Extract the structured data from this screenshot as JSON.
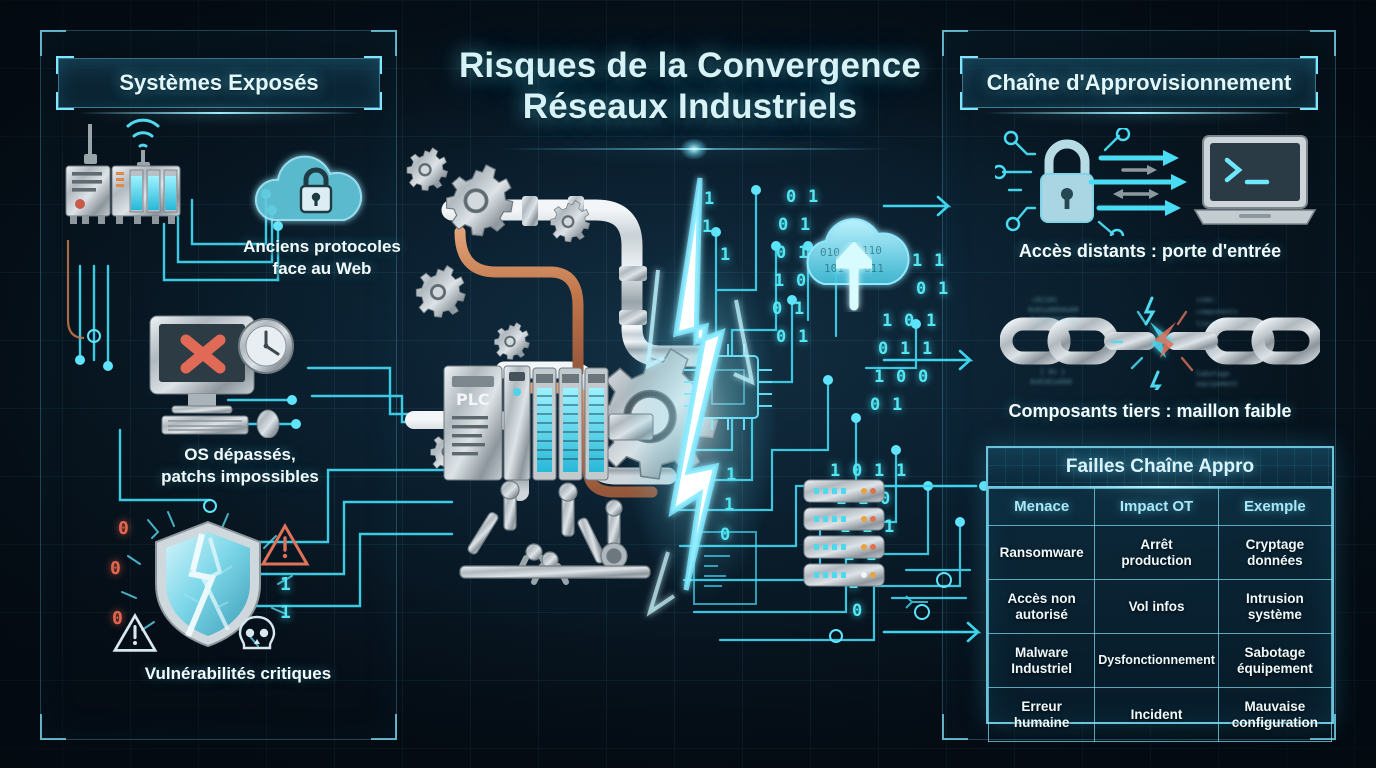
{
  "title": {
    "line1": "Risques de la Convergence",
    "line2": "Réseaux Industriels"
  },
  "theme": {
    "background": "#071520",
    "accent": "#6fe8ff",
    "accent_dim": "#49dcf4",
    "text": "#e2f7fb",
    "danger": "#e4664f",
    "metal": "#b6bec4"
  },
  "left_panel": {
    "header": "Systèmes Exposés",
    "items": [
      {
        "icon": "cloud-lock-icon",
        "secondary_icon": "industrial-controller-rack-icon",
        "caption": "Anciens protocoles\nface au Web"
      },
      {
        "icon": "desktop-computer-error-icon",
        "secondary_icon": "clock-icon",
        "caption": "OS dépassés,\npatchs impossibles"
      },
      {
        "icon": "cracked-shield-icon",
        "secondary_icon": "warning-triangle-icon",
        "caption": "Vulnérabilités critiques"
      }
    ],
    "shield_bits": [
      "0",
      "0",
      "0",
      "1",
      "1"
    ]
  },
  "right_panel": {
    "header": "Chaîne d'Approvisionnement",
    "items": [
      {
        "icon": "padlock-icon",
        "secondary_icon": "laptop-terminal-icon",
        "caption": "Accès distants : porte d'entrée"
      },
      {
        "icon": "broken-chain-icon",
        "secondary_icon": "lightning-bolt-icon",
        "caption": "Composants tiers : maillon faible"
      }
    ],
    "laptop_prompt": ">_"
  },
  "table": {
    "title": "Failles Chaîne Appro",
    "headers": [
      "Menace",
      "Impact OT",
      "Exemple"
    ],
    "rows": [
      [
        "Ransomware",
        "Arrêt\nproduction",
        "Cryptage\ndonnées"
      ],
      [
        "Accès non\nautorisé",
        "Vol infos",
        "Intrusion\nsystème"
      ],
      [
        "Malware\nIndustriel",
        "Dysfonctionnement",
        "Sabotage\néquipement"
      ],
      [
        "Erreur\nhumaine",
        "Incident",
        "Mauvaise\nconfiguration"
      ]
    ]
  },
  "center": {
    "plc_label": "PLC",
    "icons": [
      "gear-icon",
      "industrial-pipes-icon",
      "plc-cabinet-icon",
      "robotic-arm-icon",
      "lightning-bolt-icon",
      "cloud-upload-icon",
      "circuit-board-icon",
      "server-stack-icon",
      "microchip-icon"
    ],
    "binary_digits": [
      "1",
      "0",
      "1",
      "1",
      "0",
      "0",
      "1",
      "1",
      "0",
      "1",
      "1",
      "1",
      "0",
      "0",
      "1",
      "0",
      "1",
      "1",
      "0",
      "1"
    ]
  }
}
